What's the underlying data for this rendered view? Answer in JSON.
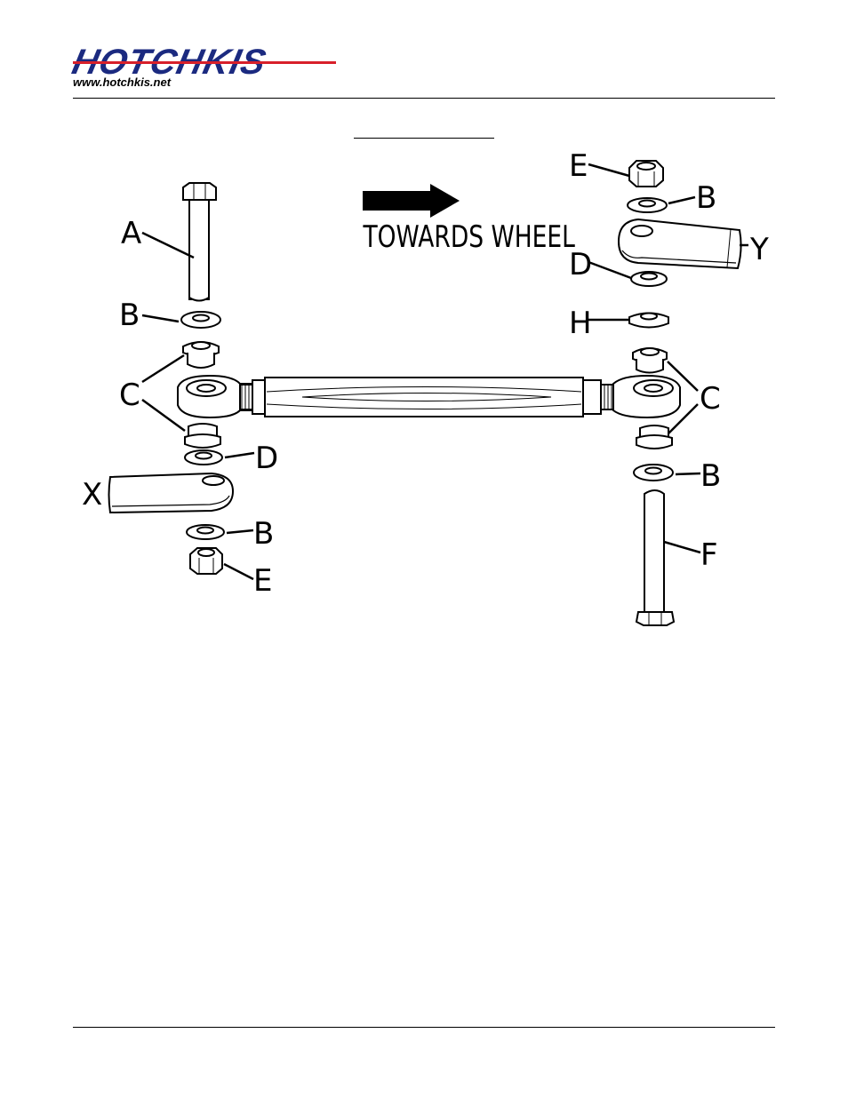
{
  "brand": {
    "logo_text": "HOTCHKIS",
    "url": "www.hotchkis.net",
    "colors": {
      "primary": "#1b2a80",
      "stripe": "#d8202a"
    }
  },
  "diagram": {
    "direction_label": "TOWARDS WHEEL",
    "labels": {
      "A": "A",
      "B": "B",
      "C": "C",
      "D": "D",
      "E": "E",
      "F": "F",
      "H": "H",
      "X": "X",
      "Y": "Y"
    }
  }
}
